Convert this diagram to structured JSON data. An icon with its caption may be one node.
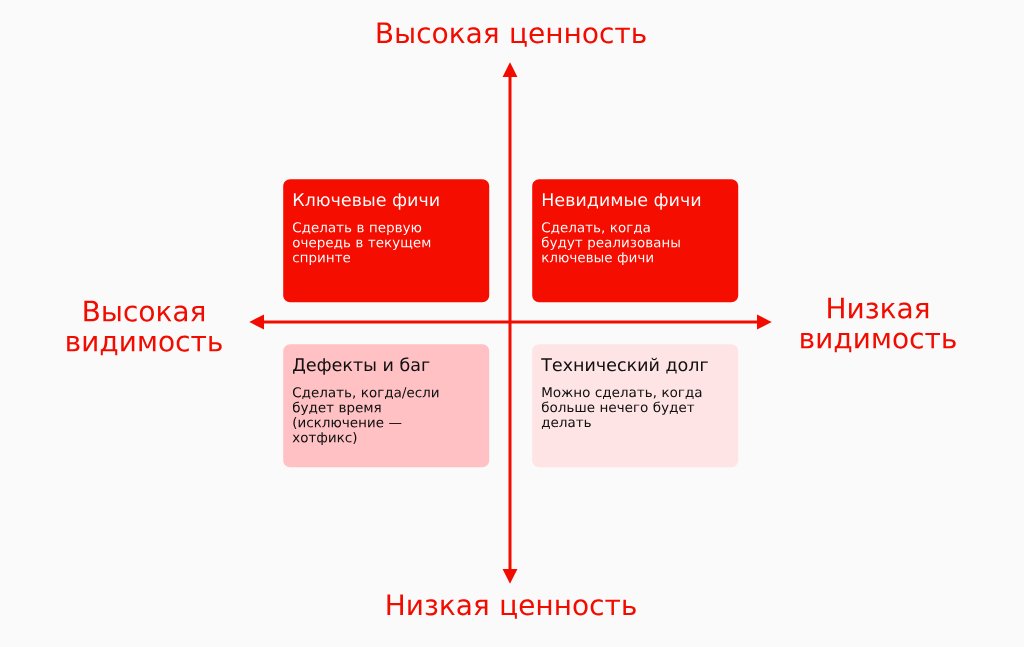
{
  "diagram": {
    "nodes": [
      {
        "text": [
          "Ключевые фичи",
          "Сделать в первую очередь в текущем спринте"
        ]
      },
      {
        "text": [
          "Невидимые фичи",
          "Сделать, когда будут реализованы ключевые фичи"
        ]
      },
      {
        "text": [
          "Дефекты и баг",
          "Сделать, когда/если будет время (исключение — хотфикс)"
        ]
      },
      {
        "text": [
          "Технический долг",
          "Можно сделать, когда больше нечего будет делать"
        ]
      }
    ],
    "labels": [
      "Высокая ценность",
      "Высокая видимость",
      "Низкая видимость",
      "Низкая ценность"
    ]
  }
}
